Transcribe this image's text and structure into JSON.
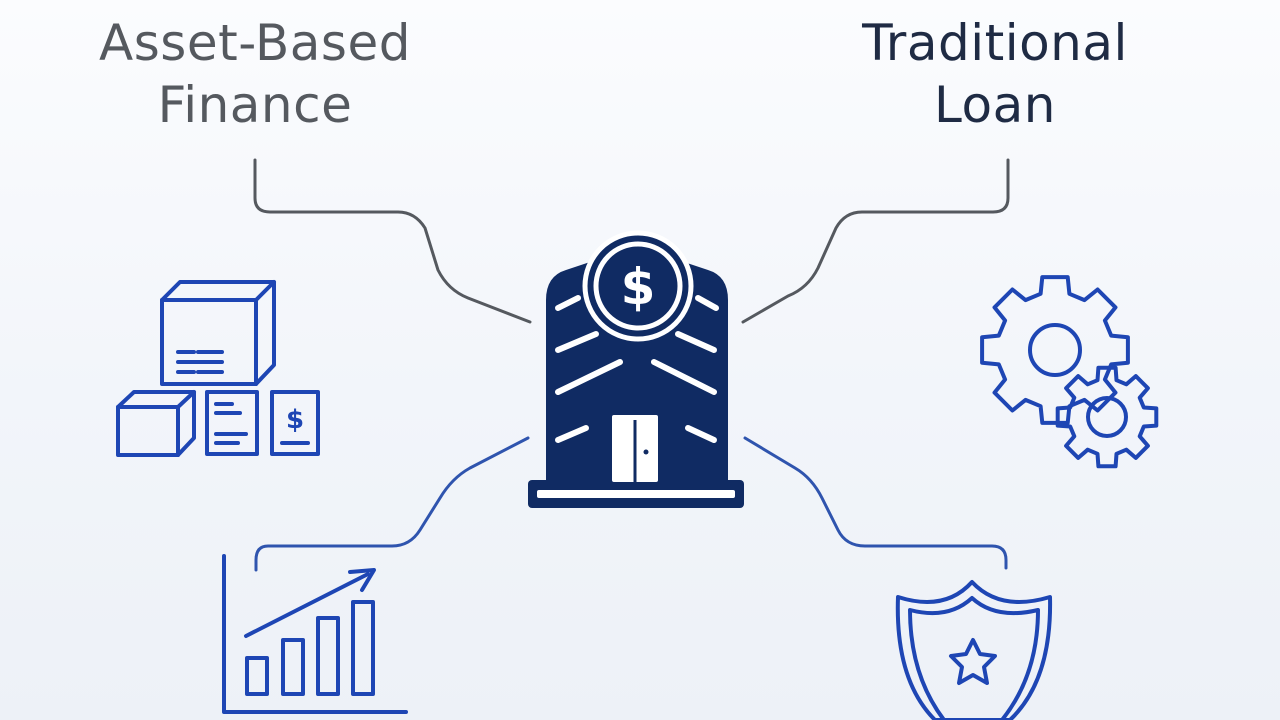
{
  "labels": {
    "left_line1": "Asset-Based",
    "left_line2": "Finance",
    "right_line1": "Traditional",
    "right_line2": "Loan"
  },
  "center_icon": {
    "name": "bank-building-icon",
    "symbol": "$"
  },
  "icons": {
    "top_left": "boxes-documents-icon",
    "doc_symbol": "$",
    "top_right": "gears-icon",
    "bottom_left": "growth-bar-chart-icon",
    "bottom_right": "shield-star-icon"
  },
  "colors": {
    "navy": "#102b63",
    "blue": "#1e46b4",
    "connector_gray": "#55595f",
    "connector_blue": "#2f54ae",
    "left_label": "#55595f",
    "right_label": "#1f2b44"
  }
}
